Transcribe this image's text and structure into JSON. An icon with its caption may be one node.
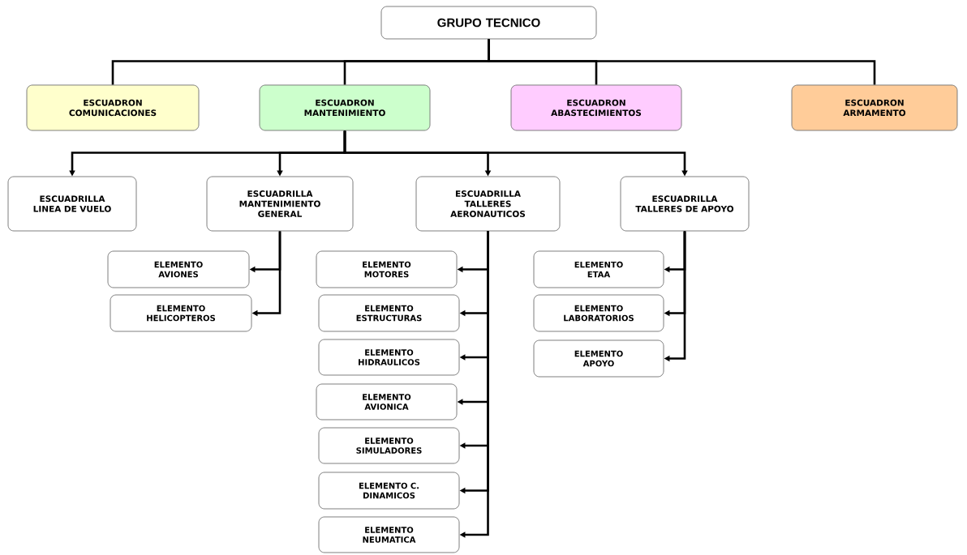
{
  "diagram": {
    "nodes": [
      {
        "text": [
          "GRUPO TECNICO"
        ]
      },
      {
        "text": [
          "ESCUADRON COMUNICACIONES"
        ]
      },
      {
        "text": [
          "ESCUADRON MANTENIMIENTO"
        ]
      },
      {
        "text": [
          "ESCUADRON ABASTECIMIENTOS"
        ]
      },
      {
        "text": [
          "ESCUADRON ARMAMENTO"
        ]
      },
      {
        "text": [
          "ESCUADRILLA LINEA DE VUELO"
        ]
      },
      {
        "text": [
          "ESCUADRILLA MANTENIMIENTO GENERAL"
        ]
      },
      {
        "text": [
          "ESCUADRILLA TALLERES AERONAUTICOS"
        ]
      },
      {
        "text": [
          "ESCUADRILLA TALLERES DE APOYO"
        ]
      },
      {
        "text": [
          "ELEMENTO AVIONES"
        ]
      },
      {
        "text": [
          "ELEMENTO HELICOPTEROS"
        ]
      },
      {
        "text": [
          "ELEMENTO MOTORES"
        ]
      },
      {
        "text": [
          "ELEMENTO ESTRUCTURAS"
        ]
      },
      {
        "text": [
          "ELEMENTO HIDRAULICOS"
        ]
      },
      {
        "text": [
          "ELEMENTO AVIONICA"
        ]
      },
      {
        "text": [
          "ELEMENTO SIMULADORES"
        ]
      },
      {
        "text": [
          "ELEMENTO C. DINAMICOS"
        ]
      },
      {
        "text": [
          "ELEMENTO NEUMATICA"
        ]
      },
      {
        "text": [
          "ELEMENTO ETAA"
        ]
      },
      {
        "text": [
          "ELEMENTO LABORATORIOS"
        ]
      },
      {
        "text": [
          "ELEMENTO APOYO"
        ]
      }
    ],
    "edges": [
      {
        "from": 0,
        "to": 1,
        "arrow": "none"
      },
      {
        "from": 0,
        "to": 2,
        "arrow": "none"
      },
      {
        "from": 0,
        "to": 3,
        "arrow": "none"
      },
      {
        "from": 0,
        "to": 4,
        "arrow": "none"
      },
      {
        "from": 2,
        "to": 5,
        "arrow": "to"
      },
      {
        "from": 2,
        "to": 6,
        "arrow": "to"
      },
      {
        "from": 2,
        "to": 7,
        "arrow": "to"
      },
      {
        "from": 2,
        "to": 8,
        "arrow": "to"
      },
      {
        "from": 6,
        "to": 9,
        "arrow": "to"
      },
      {
        "from": 6,
        "to": 10,
        "arrow": "to"
      },
      {
        "from": 7,
        "to": 11,
        "arrow": "to"
      },
      {
        "from": 7,
        "to": 12,
        "arrow": "to"
      },
      {
        "from": 7,
        "to": 13,
        "arrow": "to"
      },
      {
        "from": 7,
        "to": 14,
        "arrow": "to"
      },
      {
        "from": 7,
        "to": 15,
        "arrow": "to"
      },
      {
        "from": 7,
        "to": 16,
        "arrow": "to"
      },
      {
        "from": 7,
        "to": 17,
        "arrow": "to"
      },
      {
        "from": 8,
        "to": 18,
        "arrow": "to"
      },
      {
        "from": 8,
        "to": 19,
        "arrow": "to"
      },
      {
        "from": 8,
        "to": 20,
        "arrow": "to"
      }
    ]
  }
}
